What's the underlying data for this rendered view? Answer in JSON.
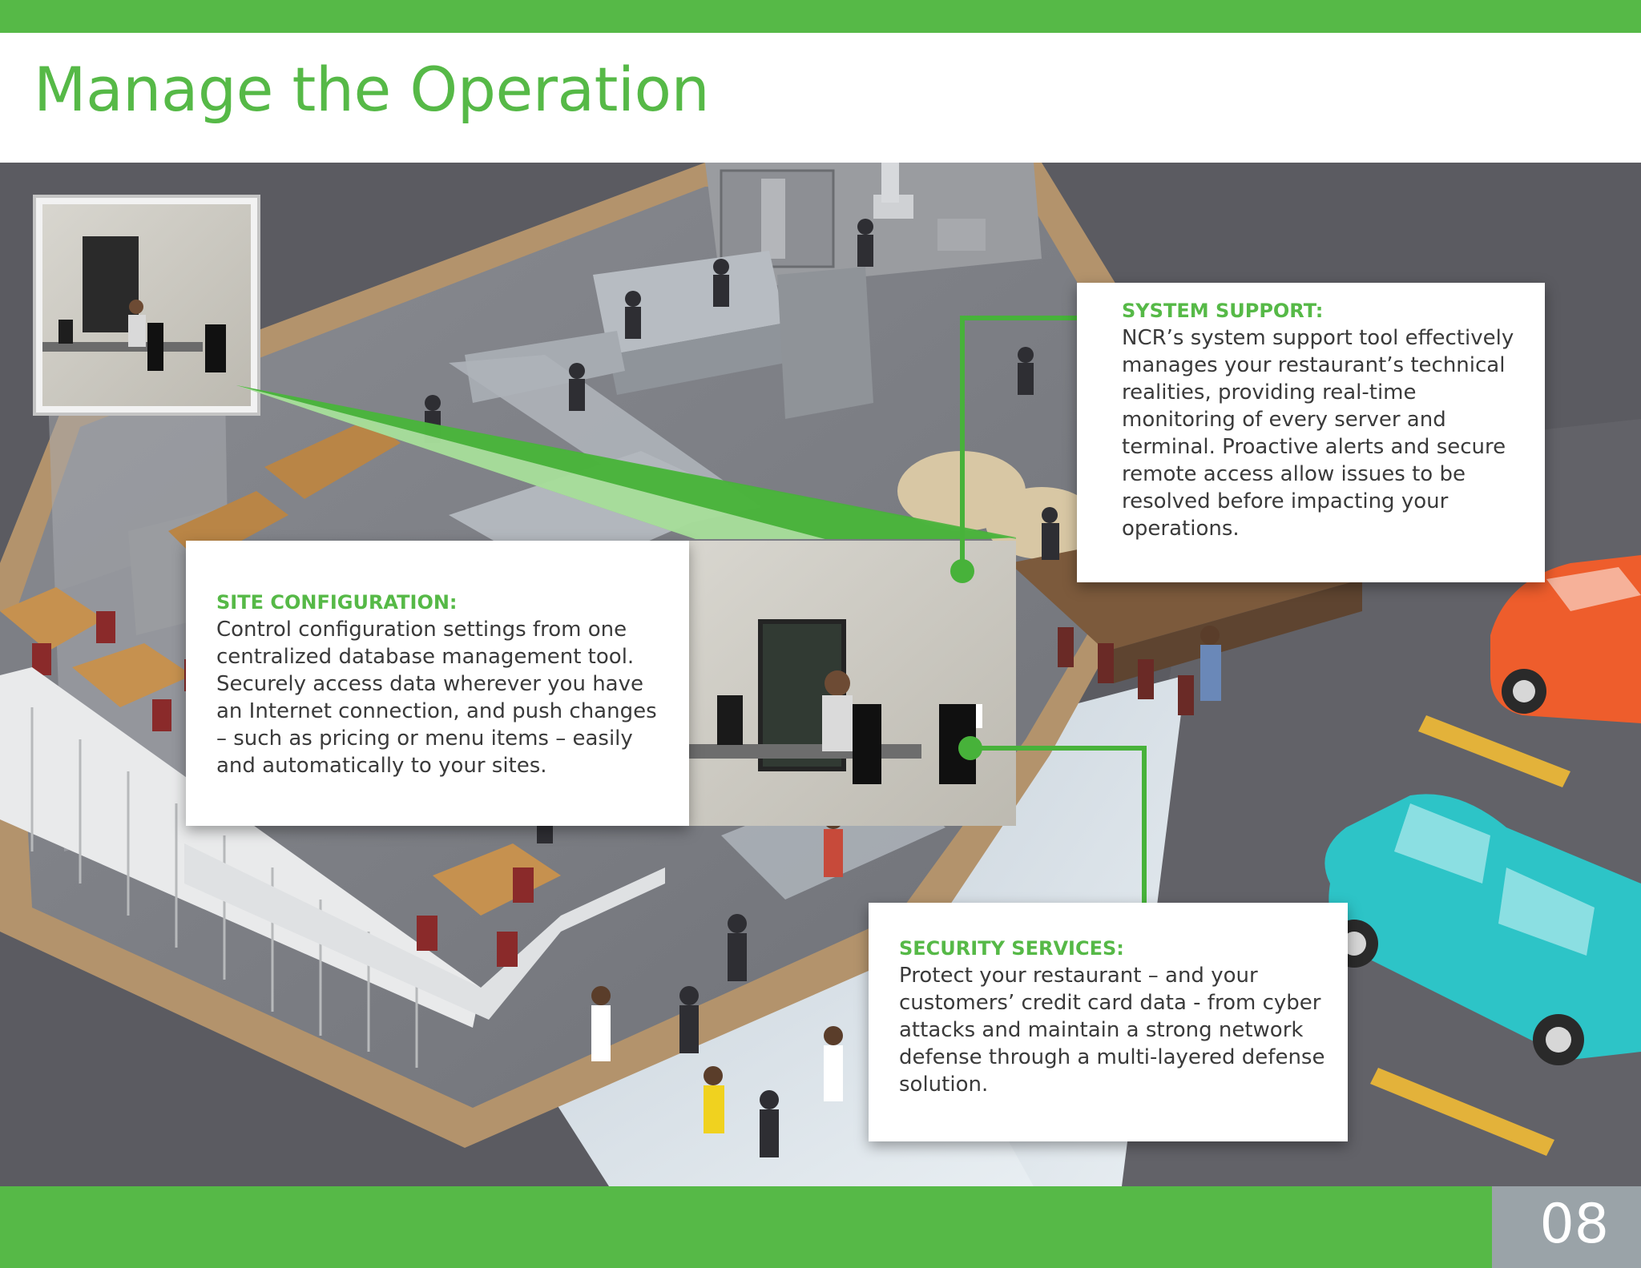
{
  "page": {
    "title": "Manage the Operation",
    "page_number": "08"
  },
  "colors": {
    "brand_green": "#56b947",
    "body_text": "#3a3a3a",
    "page_number_box": "#9aa3a8"
  },
  "callouts": {
    "system_support": {
      "heading": "SYSTEM SUPPORT:",
      "body": "NCR’s system support tool effectively manages your restaurant’s technical realities, providing real-time monitoring of every server and terminal. Proactive alerts and secure remote access allow issues to be resolved before impacting your operations."
    },
    "site_configuration": {
      "heading": "SITE CONFIGURATION:",
      "body": "Control configuration settings from one centralized database management tool. Securely access data wherever you have an Internet connection, and push changes – such as pricing or menu items – easily and automatically to your sites."
    },
    "security_services": {
      "heading": "SECURITY SERVICES:",
      "body": "Protect your restaurant – and your customers’ credit card data - from cyber attacks and maintain a strong network defense through a multi-layered defense solution."
    }
  }
}
